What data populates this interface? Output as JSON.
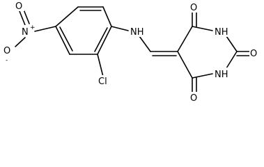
{
  "molecule": {
    "atoms": {
      "nitro_n": "N",
      "nitro_n_charge": "+",
      "nitro_o_top": "O",
      "nitro_o_bottom": "O",
      "nitro_o_bottom_charge": "-",
      "chloro": "Cl",
      "amine": "NH",
      "carbonyl_o_top": "O",
      "carbonyl_o_right": "O",
      "carbonyl_o_bottom": "O",
      "ring_nh_top": "NH",
      "ring_nh_bottom": "NH"
    }
  }
}
